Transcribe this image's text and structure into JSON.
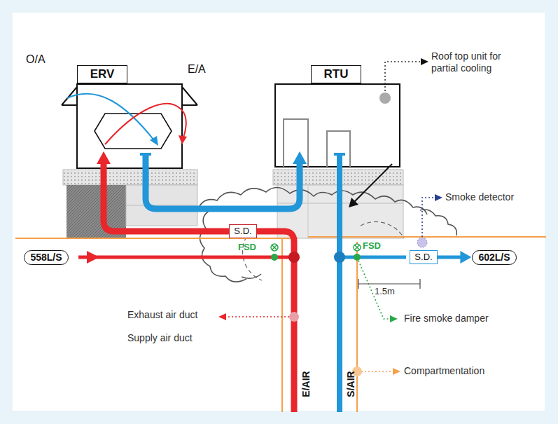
{
  "diagram": {
    "nodes": [
      {
        "text": [
          "ERV"
        ]
      },
      {
        "text": [
          "RTU"
        ]
      },
      {
        "text": [
          "S.D."
        ]
      },
      {
        "text": [
          "558L/S"
        ]
      },
      {
        "text": [
          "S.D."
        ]
      },
      {
        "text": [
          "602L/S"
        ]
      }
    ],
    "edges": [
      {
        "from": 4,
        "to": 5,
        "arrow": "to"
      }
    ],
    "labels": [
      "O/A",
      "E/A",
      "Roof top unit for partial cooling",
      "Smoke detector",
      "FSD",
      "FSD",
      "1.5m",
      "Fire smoke damper",
      "Exhaust air duct",
      "Supply air duct",
      "Compartmentation",
      "E/AIR",
      "S/AIR"
    ]
  }
}
